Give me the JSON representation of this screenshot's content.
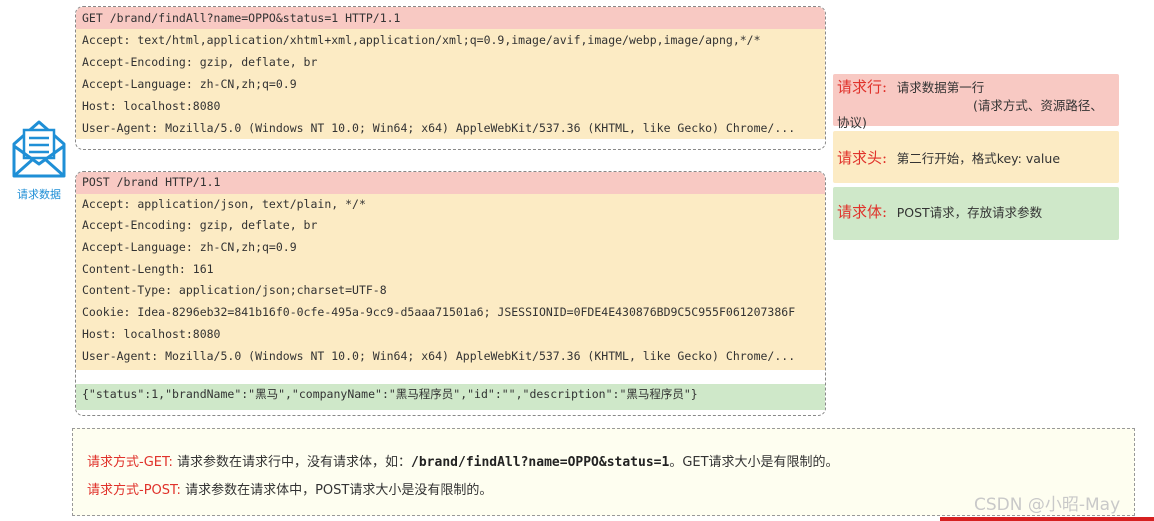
{
  "icon": {
    "name": "envelope-icon",
    "caption": "请求数据"
  },
  "get_request": {
    "request_line": "GET /brand/findAll?name=OPPO&status=1 HTTP/1.1",
    "headers": [
      "Accept: text/html,application/xhtml+xml,application/xml;q=0.9,image/avif,image/webp,image/apng,*/*",
      "Accept-Encoding: gzip, deflate, br",
      "Accept-Language: zh-CN,zh;q=0.9",
      "Host: localhost:8080",
      "User-Agent: Mozilla/5.0 (Windows NT 10.0; Win64; x64) AppleWebKit/537.36 (KHTML, like Gecko) Chrome/..."
    ]
  },
  "post_request": {
    "request_line": "POST /brand HTTP/1.1",
    "headers": [
      "Accept: application/json, text/plain, */*",
      "Accept-Encoding: gzip, deflate, br",
      "Accept-Language: zh-CN,zh;q=0.9",
      "Content-Length: 161",
      "Content-Type: application/json;charset=UTF-8",
      "Cookie: Idea-8296eb32=841b16f0-0cfe-495a-9cc9-d5aaa71501a6; JSESSIONID=0FDE4E430876BD9C5C955F061207386F",
      "Host: localhost:8080",
      "User-Agent: Mozilla/5.0 (Windows NT 10.0; Win64; x64) AppleWebKit/537.36 (KHTML, like Gecko) Chrome/..."
    ],
    "body": "{\"status\":1,\"brandName\":\"黑马\",\"companyName\":\"黑马程序员\",\"id\":\"\",\"description\":\"黑马程序员\"}"
  },
  "legend": {
    "line": {
      "key": "请求行:",
      "desc1": "请求数据第一行",
      "desc2": "(请求方式、资源路径、",
      "desc3": "协议)"
    },
    "head": {
      "key": "请求头:",
      "desc": "第二行开始，格式key: value"
    },
    "body": {
      "key": "请求体:",
      "desc": "POST请求，存放请求参数"
    }
  },
  "summary": {
    "get_label": "请求方式-GET:",
    "get_text1": "请求参数在请求行中，没有请求体，如：",
    "get_example": "/brand/findAll?name=OPPO&status=1",
    "get_text2": "。GET请求大小是有限制的。",
    "post_label": "请求方式-POST:",
    "post_text": "请求参数在请求体中，POST请求大小是没有限制的。"
  },
  "watermark": "CSDN @小昭-May",
  "colors": {
    "request_line": "#f8c9c3",
    "header": "#fcebc4",
    "body": "#cfe8c9",
    "accent": "#e0322b",
    "icon": "#1f8fd6"
  }
}
